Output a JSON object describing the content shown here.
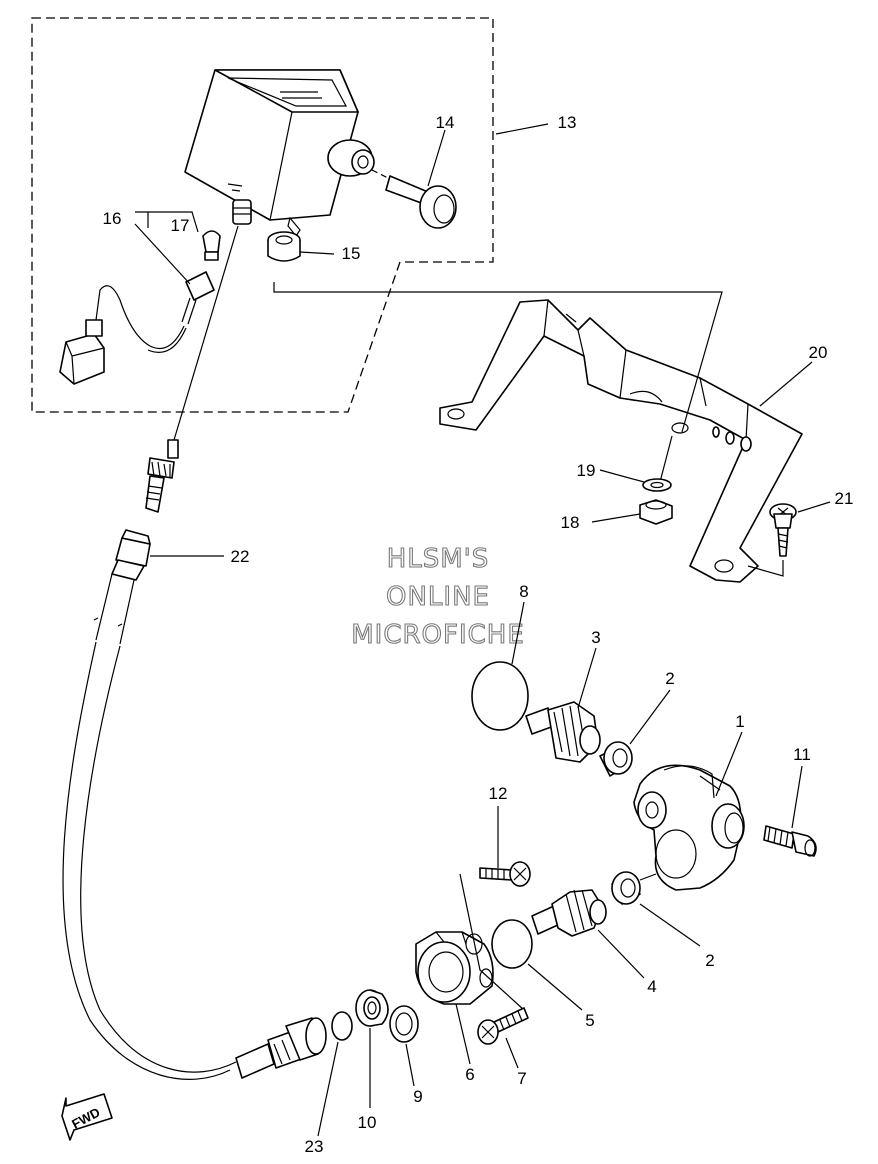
{
  "watermark": {
    "line1": "HLSM'S",
    "line2": "ONLINE",
    "line3": "MICROFICHE"
  },
  "fwd_label": "FWD",
  "callouts": {
    "c1": "1",
    "c2a": "2",
    "c2b": "2",
    "c3": "3",
    "c4": "4",
    "c5": "5",
    "c6": "6",
    "c7": "7",
    "c8": "8",
    "c9": "9",
    "c10": "10",
    "c11": "11",
    "c12": "12",
    "c13": "13",
    "c14": "14",
    "c15": "15",
    "c16": "16",
    "c17": "17",
    "c18": "18",
    "c19": "19",
    "c20": "20",
    "c21": "21",
    "c22": "22",
    "c23": "23"
  }
}
